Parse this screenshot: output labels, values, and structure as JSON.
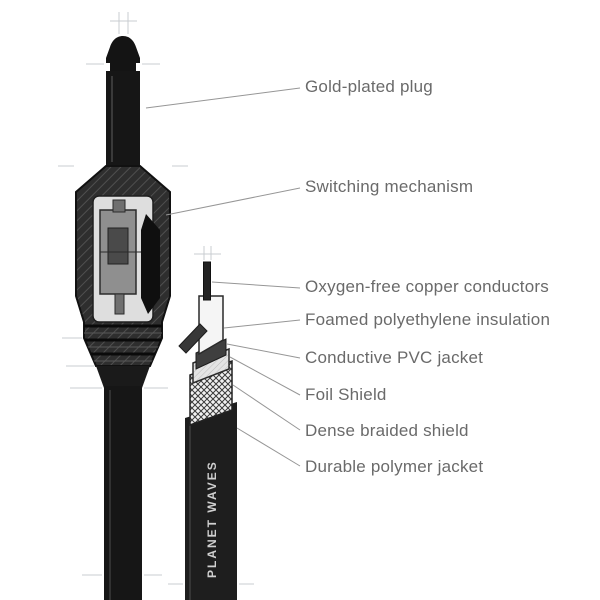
{
  "diagram": {
    "subject": "instrument-cable-construction-cutaway",
    "brand_text": "PLANET WAVES",
    "labels": [
      {
        "id": "gold-plated-plug",
        "text": "Gold-plated plug"
      },
      {
        "id": "switching-mechanism",
        "text": "Switching mechanism"
      },
      {
        "id": "oxygen-free-copper-conductors",
        "text": "Oxygen-free copper conductors"
      },
      {
        "id": "foamed-polyethylene-insulation",
        "text": "Foamed polyethylene insulation"
      },
      {
        "id": "conductive-pvc-jacket",
        "text": "Conductive PVC jacket"
      },
      {
        "id": "foil-shield",
        "text": "Foil Shield"
      },
      {
        "id": "dense-braided-shield",
        "text": "Dense braided shield"
      },
      {
        "id": "durable-polymer-jacket",
        "text": "Durable polymer jacket"
      }
    ],
    "colors": {
      "background": "#ffffff",
      "label_text": "#6a6a6a",
      "leader_line": "#969696",
      "construction_line": "#c8ccd0",
      "ink_dark": "#1a1a1a",
      "brand_text_color": "#d0d0d0"
    }
  }
}
